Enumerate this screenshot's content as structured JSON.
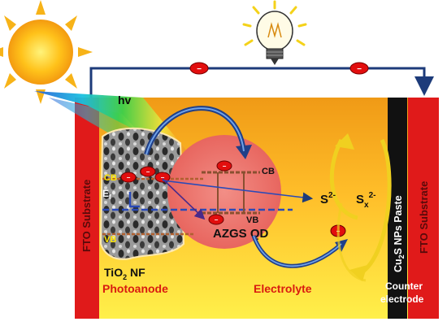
{
  "labels": {
    "hv": "hv",
    "fto_left": "FTO Substrate",
    "fto_right": "FTO Substrate",
    "cu2s_a": "Cu",
    "cu2s_b": "2",
    "cu2s_c": "S NPs Paste",
    "cb_left": "CB",
    "ef": "E",
    "ef_sub": "f",
    "vb_left": "VB",
    "cb_qd": "CB",
    "vb_qd": "VB",
    "qd_name": "AZGS QD",
    "tio2_a": "TiO",
    "tio2_sub": "2",
    "tio2_b": " NF",
    "photoanode": "Photoanode",
    "electrolyte": "Electrolyte",
    "counter_1": "Counter",
    "counter_2": "electrode",
    "s2_base": "S",
    "s2_sup": "2-",
    "sx_base": "S",
    "sx_sub": "x",
    "sx_sup": "2-",
    "electron_sign": "−"
  },
  "colors": {
    "fto_red": "#e01a1a",
    "electrolyte_top": "#f3a61b",
    "electrolyte_bottom": "#ffe83a",
    "qd_circle": "#ef7a73",
    "electron": "#e20e0e",
    "wire": "#1d3b7a",
    "label_red": "#d91b10",
    "paste_black": "#111111"
  }
}
